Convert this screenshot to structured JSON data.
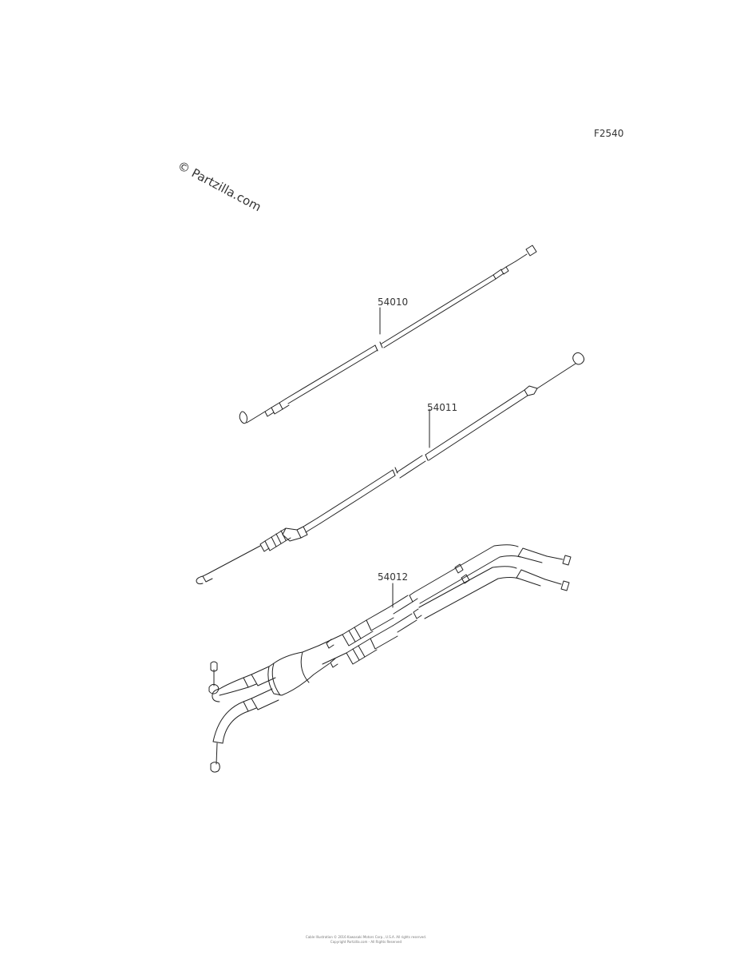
{
  "diagram": {
    "figure_code": "F2540",
    "watermark": "© Partzilla.com",
    "parts": [
      {
        "number": "54010"
      },
      {
        "number": "54011"
      },
      {
        "number": "54012"
      }
    ],
    "footer": [
      "Cable Illustration © 2016 Kawasaki Motors Corp., U.S.A. All rights reserved.",
      "Copyright Partzilla.com - All Rights Reserved"
    ],
    "line_color": "#222222"
  }
}
